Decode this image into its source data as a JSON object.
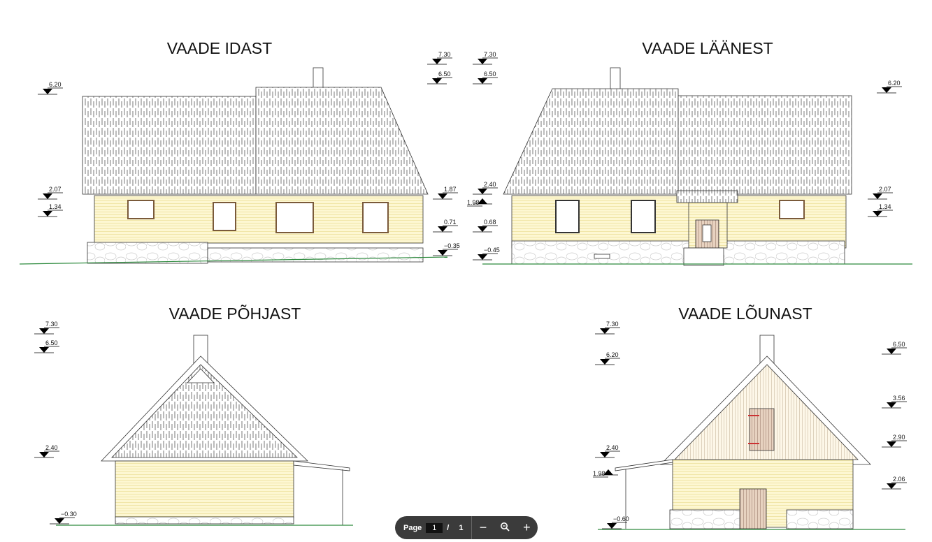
{
  "views": {
    "east": {
      "title": "VAADE IDAST",
      "levels": {
        "l620": "6.20",
        "l207": "2.07",
        "l134": "1.34",
        "l187": "1.87",
        "l071": "0.71",
        "l035": "−0.35",
        "l730": "7.30",
        "l650": "6.50"
      }
    },
    "west": {
      "title": "VAADE LÄÄNEST",
      "levels": {
        "l730": "7.30",
        "l650": "6.50",
        "l240": "2.40",
        "l198": "1.98",
        "l068": "0.68",
        "l045": "−0.45",
        "l620": "6.20",
        "l207": "2.07",
        "l134": "1.34"
      }
    },
    "north": {
      "title": "VAADE PÕHJAST",
      "levels": {
        "l730": "7.30",
        "l650": "6.50",
        "l240": "2.40",
        "l030": "−0.30"
      }
    },
    "south": {
      "title": "VAADE LÕUNAST",
      "levels": {
        "l730": "7.30",
        "l620": "6.20",
        "l240": "2.40",
        "l198": "1.98",
        "l060": "−0.60",
        "l650": "6.50",
        "l356": "3.56",
        "l290": "2.90",
        "l206": "2.06"
      }
    }
  },
  "toolbar": {
    "page_label": "Page",
    "current_page": "1",
    "separator": "/",
    "total_pages": "1",
    "zoom_out": "−",
    "zoom_icon": "🔍",
    "zoom_in": "+"
  },
  "colors": {
    "wall": "#fdf7d2",
    "siding_line": "#e8d98a",
    "ground": "#2e8b3e",
    "door": "#e7d2c0",
    "toolbar": "#3b3b3b"
  }
}
